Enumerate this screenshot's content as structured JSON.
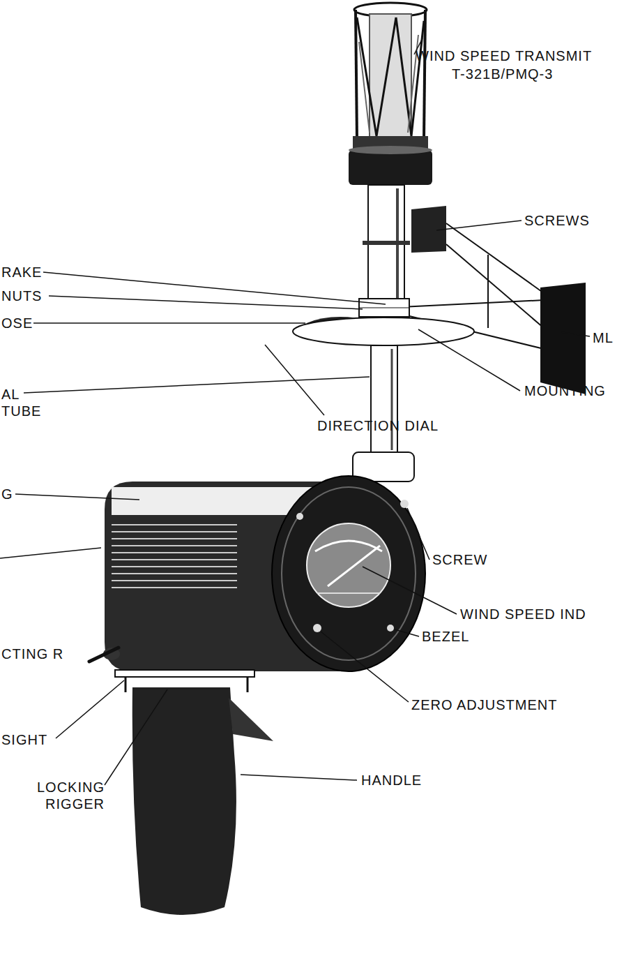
{
  "diagram": {
    "labels": [
      "WIND SPEED TRANSMIT",
      "T-321B/PMQ-3",
      "RAKE",
      "SCREWS",
      "NUTS",
      "OSE",
      "ML",
      "AL TUBE",
      "MOUNTING",
      "DIRECTION DIAL",
      "G",
      "SCREW",
      "WIND SPEED IND",
      "CTING R",
      "BEZEL",
      "ZERO ADJUSTMENT",
      "SIGHT",
      "LOCKING RIGGER",
      "HANDLE"
    ]
  }
}
